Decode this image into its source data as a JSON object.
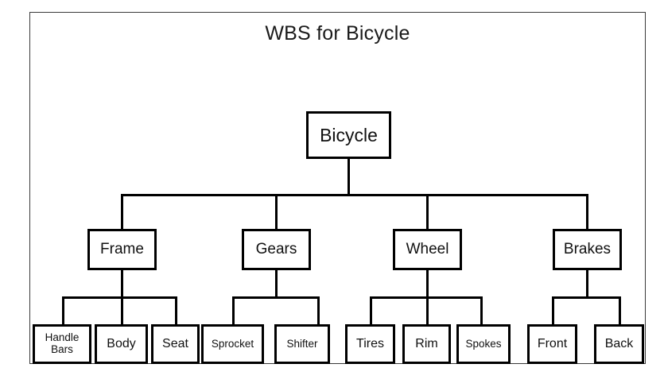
{
  "diagram": {
    "title": "WBS for Bicycle",
    "type": "work-breakdown-structure",
    "colors": {
      "page_background": "#ffffff",
      "frame_border": "#3a3a3a",
      "node_border": "#000000",
      "node_fill": "#ffffff",
      "text": "#111111",
      "connector": "#000000"
    },
    "root": {
      "label": "Bicycle"
    },
    "level1": [
      {
        "label": "Frame"
      },
      {
        "label": "Gears"
      },
      {
        "label": "Wheel"
      },
      {
        "label": "Brakes"
      }
    ],
    "level2": {
      "frame": [
        {
          "label": "Handle\nBars"
        },
        {
          "label": "Body"
        },
        {
          "label": "Seat"
        }
      ],
      "gears": [
        {
          "label": "Sprocket"
        },
        {
          "label": "Shifter"
        }
      ],
      "wheel": [
        {
          "label": "Tires"
        },
        {
          "label": "Rim"
        },
        {
          "label": "Spokes"
        }
      ],
      "brakes": [
        {
          "label": "Front"
        },
        {
          "label": "Back"
        }
      ]
    }
  }
}
